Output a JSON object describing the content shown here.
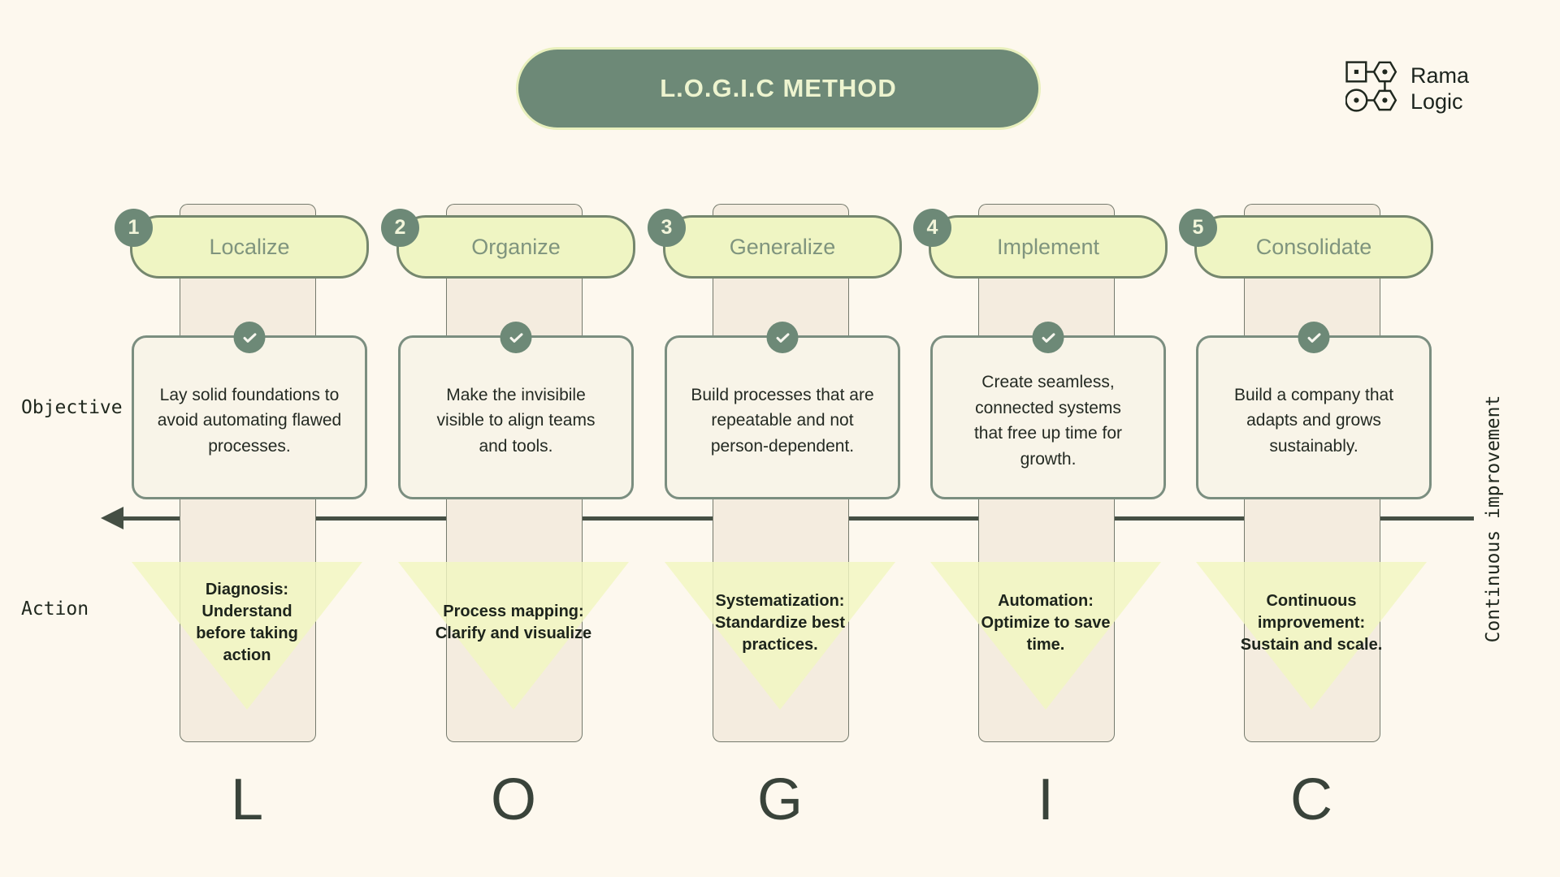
{
  "title": {
    "text": "L.O.G.I.C METHOD"
  },
  "brand": {
    "name_line1": "Rama",
    "name_line2": "Logic"
  },
  "row_labels": {
    "objective": "Objective",
    "action": "Action"
  },
  "side_label": {
    "text": "Continuous improvement"
  },
  "columns": [
    {
      "number": "1",
      "title": "Localize",
      "letter": "L",
      "objective": "Lay solid foundations to\navoid automating flawed\nprocesses.",
      "action": "Diagnosis:\nUnderstand\nbefore taking\naction"
    },
    {
      "number": "2",
      "title": "Organize",
      "letter": "O",
      "objective": "Make the invisibile\nvisible to align teams\nand tools.",
      "action": "Process mapping:\nClarify and visualize"
    },
    {
      "number": "3",
      "title": "Generalize",
      "letter": "G",
      "objective": "Build processes that are\nrepeatable and not\nperson-dependent.",
      "action": "Systematization:\nStandardize best\npractices."
    },
    {
      "number": "4",
      "title": "Implement",
      "letter": "I",
      "objective": "Create seamless,\nconnected systems\nthat free up time for\ngrowth.",
      "action": "Automation:\nOptimize to save\ntime."
    },
    {
      "number": "5",
      "title": "Consolidate",
      "letter": "C",
      "objective": "Build a company that\nadapts and grows\nsustainably.",
      "action": "Continuous\nimprovement:\nSustain and scale."
    }
  ],
  "colors": {
    "background": "#fdf8ee",
    "sage": "#6d8977",
    "pill_fill": "#eff5c3",
    "pill_border": "#75876e",
    "pill_text": "#7f947e",
    "column_fill": "#f4ecdf",
    "card_fill": "#f8f4e8",
    "card_border": "#7b8e80",
    "triangle_fill": "#f1f7c1",
    "arrow": "#454f44",
    "text_dark": "#20271f"
  }
}
